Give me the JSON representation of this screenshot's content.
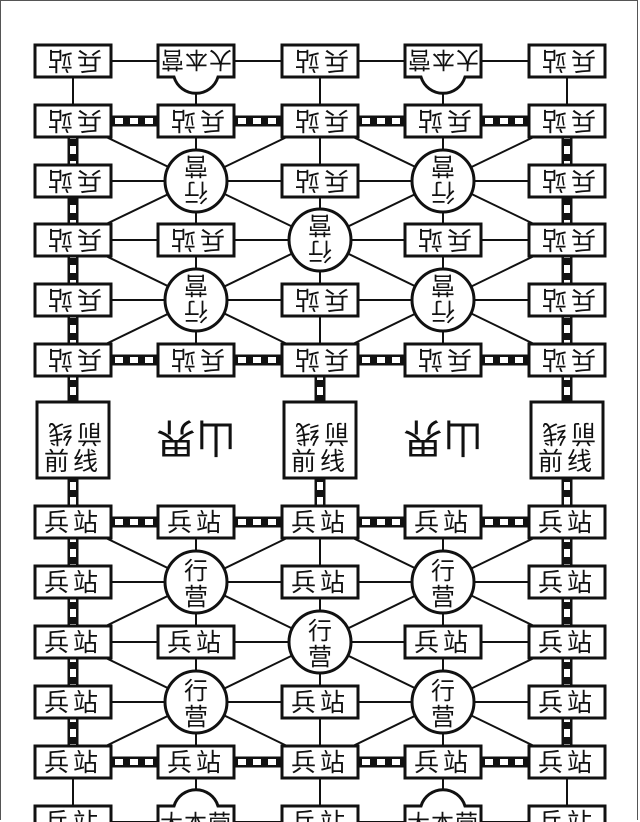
{
  "game": "Junqi (Army Chess) board",
  "labels": {
    "station": "兵站",
    "camp_top": "行",
    "camp_bottom": "营",
    "headquarters": "大本营",
    "frontline_top": "前线",
    "frontline_label": "前线",
    "mountain_left": "山界",
    "mountain_right": "山界"
  },
  "board": {
    "columns": 5,
    "rows_per_side": 6,
    "bottom_side": [
      [
        "station",
        "station",
        "station",
        "station",
        "station"
      ],
      [
        "station",
        "camp",
        "station",
        "camp",
        "station"
      ],
      [
        "station",
        "station",
        "camp",
        "station",
        "station"
      ],
      [
        "station",
        "camp",
        "station",
        "camp",
        "station"
      ],
      [
        "station",
        "station",
        "station",
        "station",
        "station"
      ],
      [
        "station",
        "headquarters",
        "station",
        "headquarters",
        "station"
      ]
    ],
    "top_side_rotated": true,
    "frontlines": [
      "frontline",
      "frontline",
      "frontline"
    ],
    "frontline_columns": [
      0,
      2,
      4
    ],
    "mountain_columns": [
      1,
      3
    ]
  },
  "colors": {
    "line": "#111111",
    "background": "#ffffff",
    "rail_dark": "#111111",
    "rail_light": "#ffffff"
  }
}
